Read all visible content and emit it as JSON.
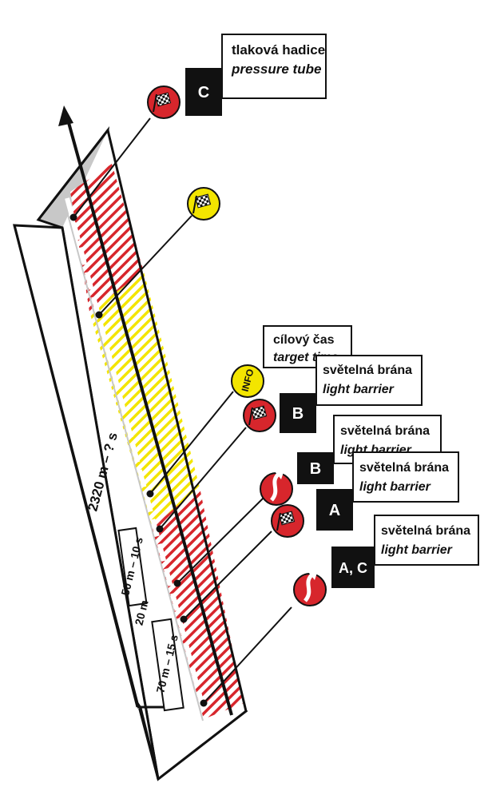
{
  "colors": {
    "red": "#d7262c",
    "yellow": "#f3e500",
    "black": "#111111",
    "gray": "#c8c8c8",
    "white": "#ffffff"
  },
  "track": {
    "total_length": "2320 m – ? s",
    "zone_50": "50 m – 10 s",
    "zone_20": "20 m",
    "zone_70": "70 m – 15 s"
  },
  "labels": {
    "c_top": {
      "code": "C",
      "line1": "tlaková hadice",
      "line2": "pressure tube"
    },
    "target_time": {
      "line1": "cílový čas",
      "line2": "target time"
    },
    "b_upper": {
      "code": "B",
      "line1": "světelná brána",
      "line2": "light barrier"
    },
    "b_lower": {
      "code": "B",
      "line1": "světelná brána",
      "line2": "light barrier"
    },
    "a_mid": {
      "code": "A",
      "line1": "světelná brána",
      "line2": "light barrier"
    },
    "ac_bottom": {
      "code": "A, C",
      "line1": "světelná brána",
      "line2": "light barrier"
    }
  },
  "signs": {
    "info_text": "INFO",
    "icons": [
      "checkered-flag-icon",
      "curved-arrow-icon"
    ]
  }
}
